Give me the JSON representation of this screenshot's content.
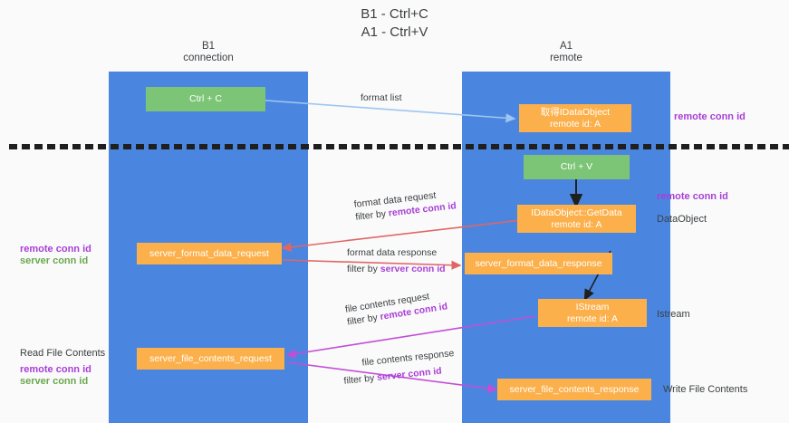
{
  "title": "B1 - Ctrl+C\nA1 - Ctrl+V",
  "lanes": [
    {
      "name": "b1",
      "label": "B1\nconnection",
      "color": "#4a86e0"
    },
    {
      "name": "a1",
      "label": "A1\nremote",
      "color": "#4a86e0"
    }
  ],
  "colors": {
    "lane": "#4a86e0",
    "green_box": "#7cc576",
    "orange_box": "#fbb04b",
    "remote_conn_id": "#a83fd6",
    "server_conn_id": "#6aa84f",
    "arrow_format_list": "#9fc5f0",
    "arrow_format_data": "#e06666",
    "arrow_file_contents": "#c14fd6",
    "arrow_internal": "#1f1f1f",
    "divider": "#1f1f1f",
    "background": "#fafafa"
  },
  "boxes": [
    {
      "id": "ctrl-c",
      "label": "Ctrl + C",
      "style": "green"
    },
    {
      "id": "get-idataobject",
      "label": "取得IDataObject\nremote id: A",
      "style": "orange"
    },
    {
      "id": "ctrl-v",
      "label": "Ctrl + V",
      "style": "green"
    },
    {
      "id": "idataobject-getdata",
      "label": "IDataObject::GetData\nremote id: A",
      "style": "orange"
    },
    {
      "id": "server-format-data-request",
      "label": "server_format_data_request",
      "style": "orange"
    },
    {
      "id": "server-format-data-response",
      "label": "server_format_data_response",
      "style": "orange"
    },
    {
      "id": "istream",
      "label": "IStream\nremote id: A",
      "style": "orange"
    },
    {
      "id": "server-file-contents-request",
      "label": "server_file_contents_request",
      "style": "orange"
    },
    {
      "id": "server-file-contents-response",
      "label": "server_file_contents_response",
      "style": "orange"
    }
  ],
  "edges": [
    {
      "id": "format-list",
      "line1": "format list",
      "line2": "",
      "color": "#9fc5f0"
    },
    {
      "id": "format-data-request",
      "line1": "format data request",
      "line2_prefix": "filter by ",
      "line2_keyword": "remote conn id",
      "color": "#e06666"
    },
    {
      "id": "format-data-response",
      "line1": "format data response",
      "line2_prefix": "filter by ",
      "line2_keyword": "server conn id",
      "color": "#e06666"
    },
    {
      "id": "file-contents-request",
      "line1": "file contents request",
      "line2_prefix": "filter by ",
      "line2_keyword": "remote conn id",
      "color": "#c14fd6"
    },
    {
      "id": "file-contents-response",
      "line1": "file contents response",
      "line2_prefix": "filter by ",
      "line2_keyword": "server conn id",
      "color": "#c14fd6"
    }
  ],
  "notes": {
    "right_remote_conn_id_top": "remote conn id",
    "right_remote_conn_id_mid": "remote conn id",
    "right_dataobject": "DataObject",
    "right_istream": "Istream",
    "right_write_file_contents": "Write File Contents",
    "left_remote_conn_id": "remote conn id",
    "left_server_conn_id": "server conn id",
    "left_read_file_contents": "Read File Contents",
    "left_remote_conn_id_2": "remote conn id",
    "left_server_conn_id_2": "server conn id"
  }
}
